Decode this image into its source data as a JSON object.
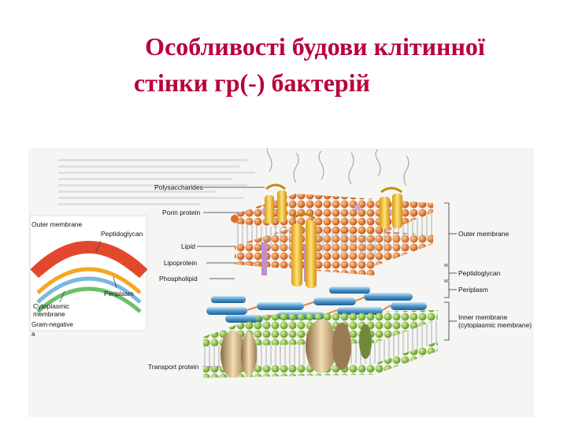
{
  "title_line1": "Особливості будови клітинної",
  "title_line2": "стінки гр(-) бактерій",
  "inset": {
    "outer_membrane": "Outer membrane",
    "peptidoglycan": "Peptidoglycan",
    "cytoplasmic_membrane": "Cytoplasmic\nmembrane",
    "periplasm": "Periplasm",
    "caption": "Gram-negative",
    "panel_letter": "a"
  },
  "left_labels": {
    "polysaccharides": "Polysaccharides",
    "porin_protein": "Porin protein",
    "lipid": "Lipid",
    "lipoprotein": "Lipoprotein",
    "phospholipid": "Phospholipid",
    "transport_protein": "Transport protein"
  },
  "right_labels": {
    "outer_membrane": "Outer membrane",
    "peptidoglycan": "Peptidoglycan",
    "periplasm": "Periplasm",
    "inner_membrane": "Inner membrane\n(cytoplasmic membrane)"
  },
  "colors": {
    "title": "#b8003a",
    "outer_layer": "#e07a2e",
    "inner_layer": "#8fc044",
    "porin": "#f2c230",
    "peptidoglycan": "#5fa8d8"
  }
}
